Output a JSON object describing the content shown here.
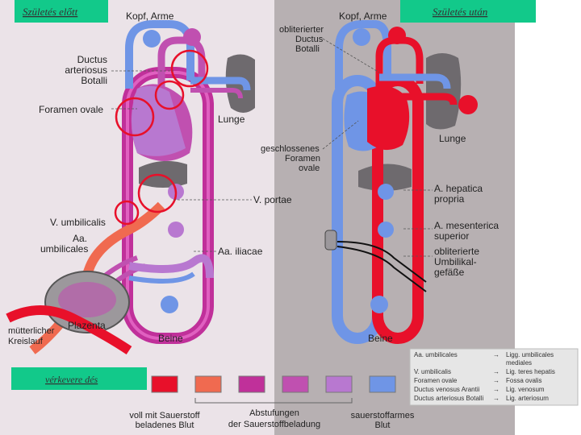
{
  "captions": {
    "before": "Születés előtt",
    "after": "Születés után",
    "mixing": "vérkevere dés"
  },
  "left": {
    "head_arms": "Kopf, Arme",
    "ductus": [
      "Ductus",
      "arteriosus",
      "Botalli"
    ],
    "foramen": "Foramen ovale",
    "lung": "Lunge",
    "portae": "V. portae",
    "umbilicalis": "V. umbilicalis",
    "aa_umb": [
      "Aa.",
      "umbilicales"
    ],
    "iliacae": "Aa. iliacae",
    "placenta": "Plazenta",
    "maternal": [
      "mütterlicher",
      "Kreislauf"
    ],
    "legs": "Beine"
  },
  "right": {
    "head_arms": "Kopf, Arme",
    "oblit_ductus": [
      "obliterierter",
      "Ductus",
      "Botalli"
    ],
    "closed_foramen": [
      "geschlossenes",
      "Foramen",
      "ovale"
    ],
    "lung": "Lunge",
    "hepatica": [
      "A. hepatica",
      "propria"
    ],
    "mesenterica": [
      "A. mesenterica",
      "superior"
    ],
    "oblit_umb": [
      "obliterierte",
      "Umbilikal-",
      "gefäße"
    ],
    "legs": "Beine"
  },
  "legend": {
    "full": [
      "voll mit Sauerstoff",
      "beladenes Blut"
    ],
    "gradation": [
      "Abstufungen",
      "der Sauerstoffbeladung"
    ],
    "poor": [
      "sauerstoffarmes",
      "Blut"
    ]
  },
  "table": {
    "rows": [
      {
        "from": "Aa. umbilicales",
        "arrow": "→",
        "to": "Ligg. umbilicales"
      },
      {
        "from": "",
        "arrow": "",
        "to": "mediales"
      },
      {
        "from": "V. umbilicalis",
        "arrow": "→",
        "to": "Lig. teres hepatis"
      },
      {
        "from": "Foramen ovale",
        "arrow": "→",
        "to": "Fossa ovalis"
      },
      {
        "from": "Ductus venosus Arantii",
        "arrow": "→",
        "to": "Lig. venosum"
      },
      {
        "from": "Ductus arteriosus Botalli",
        "arrow": "→",
        "to": "Lig. arteriosum"
      }
    ]
  },
  "colors": {
    "oxygenated": "#e8102a",
    "salmon": "#f06a50",
    "magenta": "#c0309a",
    "purple": "#c050b0",
    "lilac": "#b878d0",
    "venous": "#6f95e6",
    "caption_bg": "#12c98a",
    "left_bg": "#ebe3e8",
    "right_bg": "#b7b0b2"
  }
}
